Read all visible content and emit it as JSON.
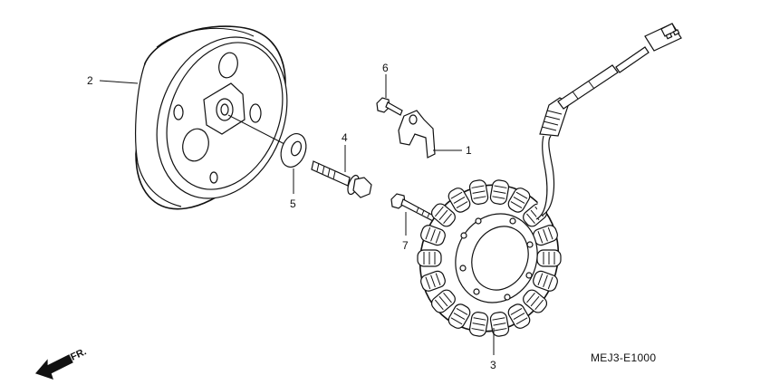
{
  "diagram": {
    "code": "MEJ3-E1000",
    "direction_label": "FR.",
    "callouts": [
      {
        "id": "1",
        "text": "1"
      },
      {
        "id": "2",
        "text": "2"
      },
      {
        "id": "3",
        "text": "3"
      },
      {
        "id": "4",
        "text": "4"
      },
      {
        "id": "5",
        "text": "5"
      },
      {
        "id": "6",
        "text": "6"
      },
      {
        "id": "7",
        "text": "7"
      }
    ]
  }
}
